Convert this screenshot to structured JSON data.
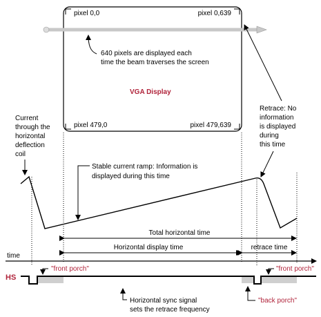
{
  "colors": {
    "accent_red": "#b0233a",
    "porch_fill": "#cfcfcf",
    "line": "#000000",
    "beam": "#c8c8c8"
  },
  "display": {
    "title": "VGA Display",
    "corner_top_left": "pixel 0,0",
    "corner_top_right": "pixel 0,639",
    "corner_bottom_left": "pixel 479,0",
    "corner_bottom_right": "pixel 479,639",
    "beam_note_line1": "640 pixels are displayed each",
    "beam_note_line2": "time the beam traverses the screen"
  },
  "current": {
    "label_line1": "Current",
    "label_line2": "through the",
    "label_line3": "horizontal",
    "label_line4": "deflection",
    "label_line5": "coil"
  },
  "ramp": {
    "label_bold": "Stable current ramp:",
    "label_rest": " Information is",
    "label_line2": "displayed during this time"
  },
  "retrace": {
    "label_bold": "Retrace:",
    "label_rest": " No",
    "label_line2": "information",
    "label_line3": "is displayed",
    "label_line4": "during",
    "label_line5": "this time"
  },
  "timing": {
    "total_label": "Total horizontal time",
    "display_label": "Horizontal display time",
    "retrace_label": "retrace time",
    "time_label": "time"
  },
  "sync": {
    "hs_label": "HS",
    "front_porch_left": "\"front porch\"",
    "front_porch_right": "\"front porch\"",
    "back_porch": "\"back porch\"",
    "note_line1": "Horizontal sync signal",
    "note_line2": "sets the retrace frequency"
  }
}
